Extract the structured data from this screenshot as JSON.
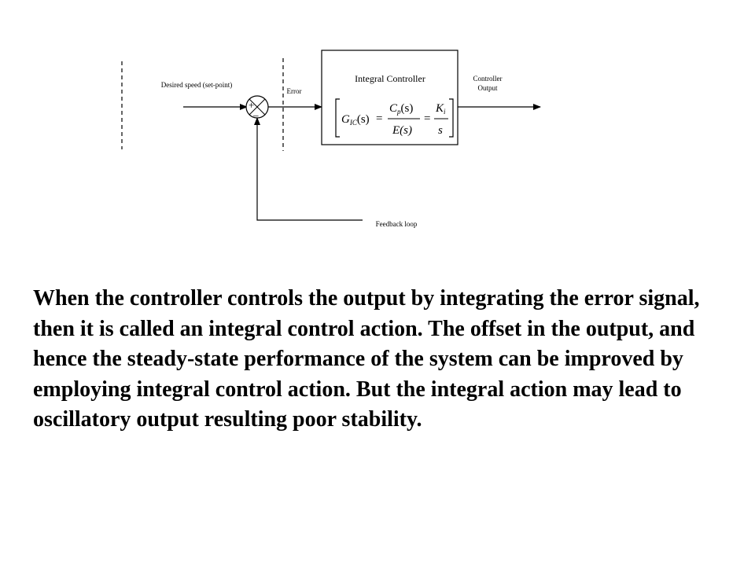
{
  "diagram": {
    "labels": {
      "setpoint": "Desired speed (set-point)",
      "error": "Error",
      "controller_title": "Integral Controller",
      "output_line1": "Controller",
      "output_line2": "Output",
      "feedback": "Feedback loop",
      "plus": "+",
      "minus": "_"
    },
    "formula": {
      "lhs_base": "G",
      "lhs_sub": "IC",
      "lhs_arg": "(s)",
      "num_base": "C",
      "num_sub": "p",
      "num_arg": "(s)",
      "den": "E(s)",
      "ki_base": "K",
      "ki_sub": "i",
      "s": "s",
      "equals": "="
    }
  },
  "paragraph": "When the controller controls the output by integrating the error signal, then it is called an integral control action. The offset in the output, and hence the steady-state performance of the system can be improved by employing integral control action. But the integral action may lead to oscillatory output resulting poor stability."
}
